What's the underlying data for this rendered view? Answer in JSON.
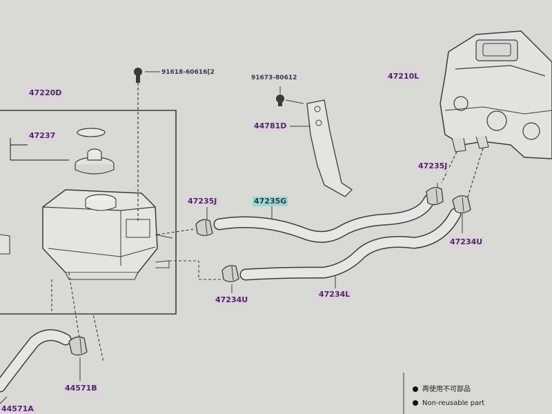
{
  "parts": {
    "reservoir_assembly": "47220D",
    "cap": "47237",
    "bolt_left": "91618-60616",
    "bolt_left_suffix": "2",
    "bolt_mid": "91673-80612",
    "bracket": "44781D",
    "master_cylinder": "47210L",
    "clip_right_top": "47235J",
    "clip_left_top": "47235J",
    "hose_upper": "47235G",
    "clip_right_bottom": "47234U",
    "clip_left_bottom": "47234U",
    "hose_lower": "47234L",
    "clip_bottom_left": "44571B",
    "hose_bottom_left": "44571A"
  },
  "legend": {
    "item1": "再使用不可部品",
    "item2": "Non-reusable part"
  },
  "colors": {
    "background": "#d9d9d5",
    "line": "#3a3a3a",
    "label_highlight": "#e6cde6",
    "label_highlight_alt": "#9ad9cf"
  }
}
